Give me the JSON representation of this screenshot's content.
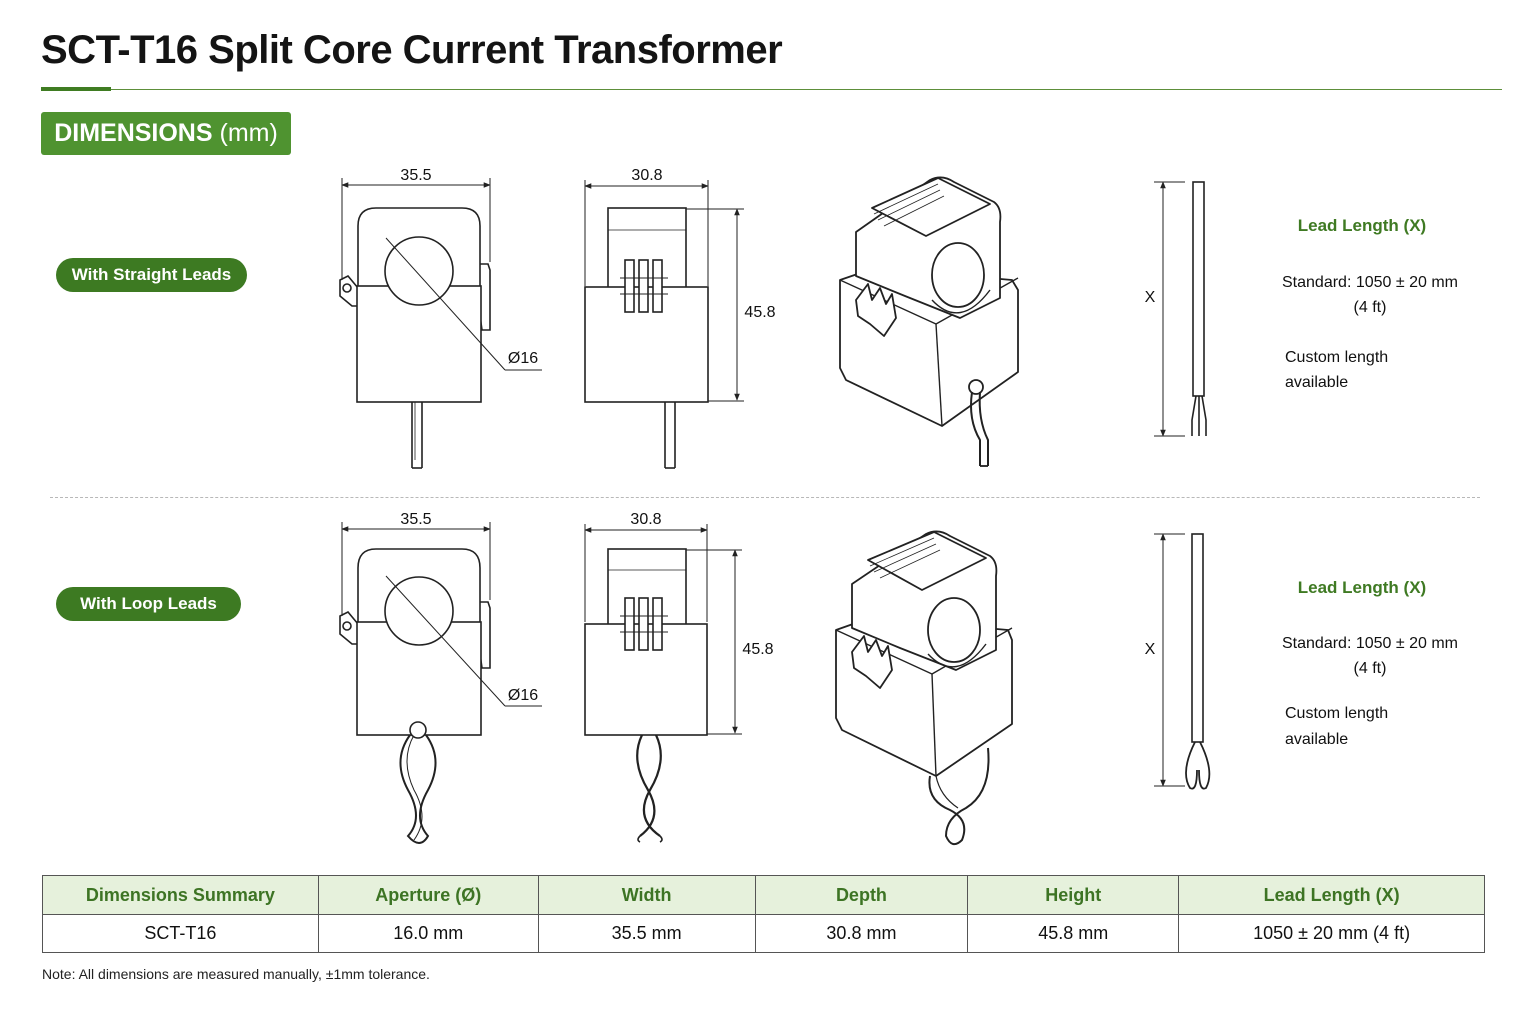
{
  "title": "SCT-T16 Split Core Current Transformer",
  "section_badge": {
    "bold": "DIMENSIONS",
    "unit": "(mm)"
  },
  "rows": [
    {
      "label": "With Straight Leads",
      "width_dim": "35.5",
      "depth_dim": "30.8",
      "height_dim": "45.8",
      "aperture_dim": "Ø16",
      "lead_marker": "X",
      "lead_title": "Lead Length (X)",
      "lead_standard": "Standard: 1050 ± 20 mm",
      "lead_standard_ft": "(4 ft)",
      "lead_custom_1": "Custom length",
      "lead_custom_2": "available"
    },
    {
      "label": "With Loop Leads",
      "width_dim": "35.5",
      "depth_dim": "30.8",
      "height_dim": "45.8",
      "aperture_dim": "Ø16",
      "lead_marker": "X",
      "lead_title": "Lead Length (X)",
      "lead_standard": "Standard: 1050 ± 20 mm",
      "lead_standard_ft": "(4 ft)",
      "lead_custom_1": "Custom length",
      "lead_custom_2": "available"
    }
  ],
  "table": {
    "headers": [
      "Dimensions Summary",
      "Aperture (Ø)",
      "Width",
      "Depth",
      "Height",
      "Lead Length (X)"
    ],
    "row": [
      "SCT-T16",
      "16.0 mm",
      "35.5 mm",
      "30.8 mm",
      "45.8 mm",
      "1050 ± 20 mm (4 ft)"
    ]
  },
  "note": "Note: All dimensions are measured manually, ±1mm tolerance.",
  "colors": {
    "accent": "#4f9330",
    "accent_dark": "#3d7a22",
    "header_fill": "#e6f1dc"
  }
}
